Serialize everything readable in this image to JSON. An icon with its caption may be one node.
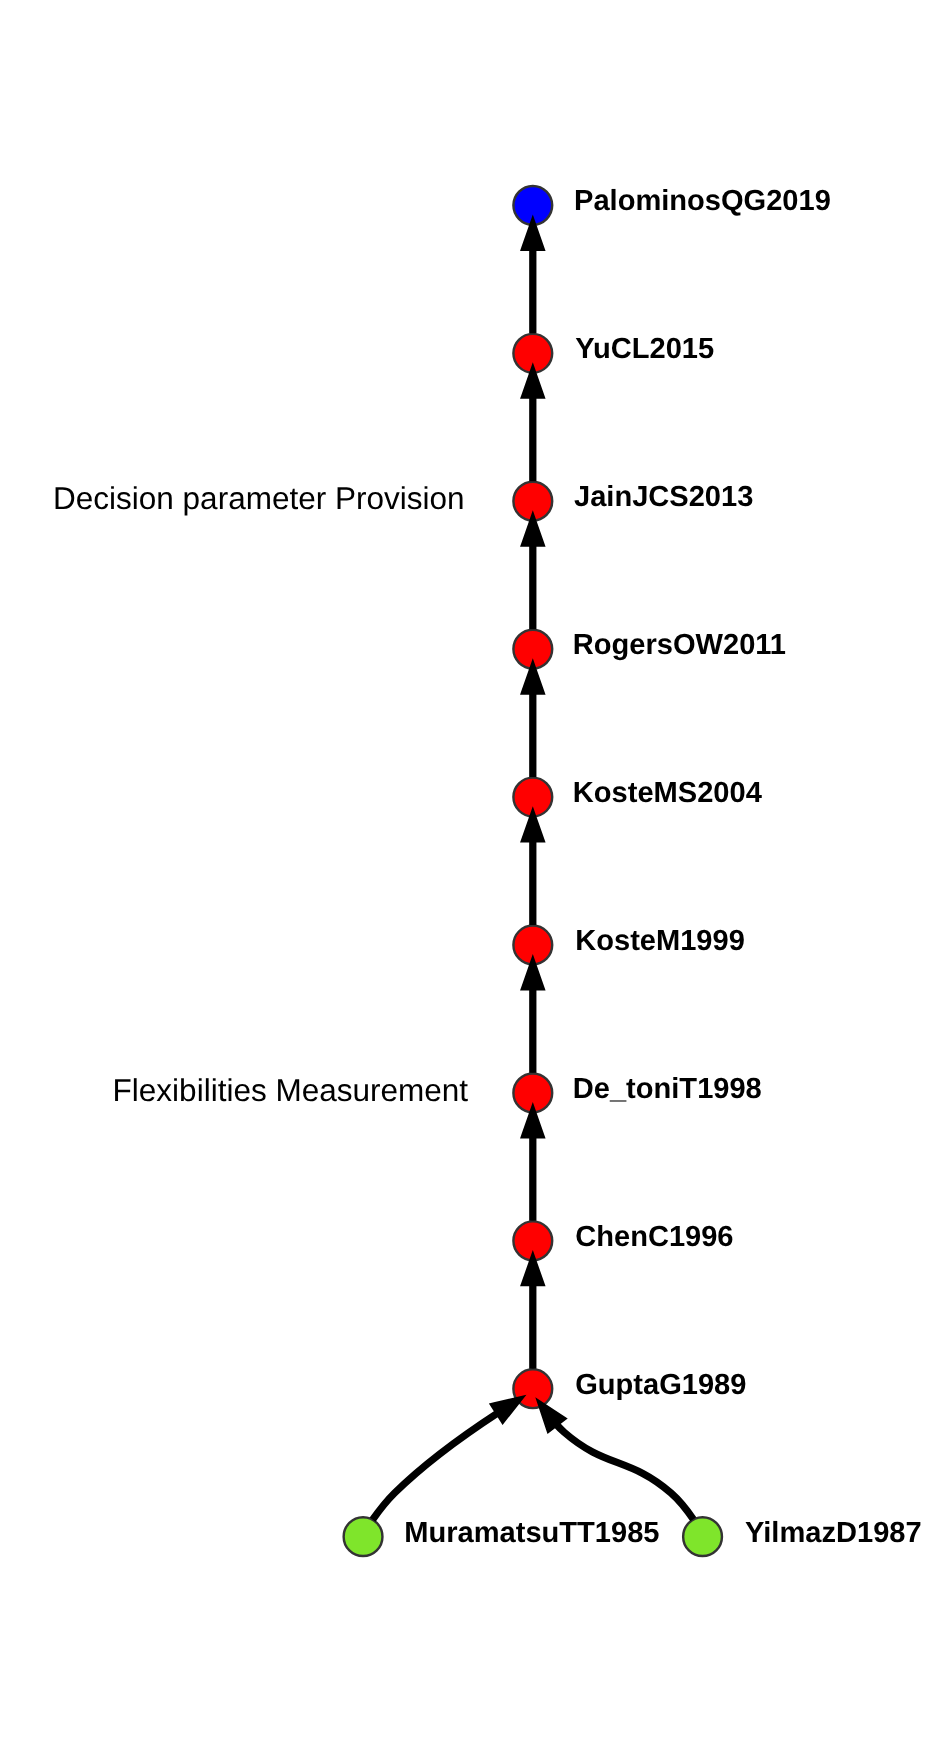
{
  "diagram": {
    "nodes": [
      {
        "text": [],
        "shape": "circle",
        "beside": [
          "PalominosQG2019"
        ]
      },
      {
        "text": [],
        "shape": "circle",
        "beside": [
          "YuCL2015"
        ]
      },
      {
        "text": [],
        "shape": "circle",
        "beside": [
          "JainJCS2013"
        ]
      },
      {
        "text": [],
        "shape": "circle",
        "beside": [
          "RogersOW2011"
        ]
      },
      {
        "text": [],
        "shape": "circle",
        "beside": [
          "KosteMS2004"
        ]
      },
      {
        "text": [],
        "shape": "circle",
        "beside": [
          "KosteM1999"
        ]
      },
      {
        "text": [],
        "shape": "circle",
        "beside": [
          "De_toniT1998"
        ]
      },
      {
        "text": [],
        "shape": "circle",
        "beside": [
          "ChenC1996"
        ]
      },
      {
        "text": [],
        "shape": "circle",
        "beside": [
          "GuptaG1989"
        ]
      },
      {
        "text": [],
        "shape": "circle",
        "beside": [
          "MuramatsuTT1985"
        ]
      },
      {
        "text": [],
        "shape": "circle",
        "beside": [
          "YilmazD1987"
        ]
      }
    ],
    "edges": [
      {
        "from": 1,
        "to": 0,
        "arrow": "to"
      },
      {
        "from": 2,
        "to": 1,
        "arrow": "to"
      },
      {
        "from": 3,
        "to": 2,
        "arrow": "to"
      },
      {
        "from": 4,
        "to": 3,
        "arrow": "to"
      },
      {
        "from": 5,
        "to": 4,
        "arrow": "to"
      },
      {
        "from": 6,
        "to": 5,
        "arrow": "to"
      },
      {
        "from": 7,
        "to": 6,
        "arrow": "to"
      },
      {
        "from": 8,
        "to": 7,
        "arrow": "to"
      },
      {
        "from": 9,
        "to": 8,
        "arrow": "to"
      },
      {
        "from": 10,
        "to": 8,
        "arrow": "to"
      }
    ],
    "labels": [
      "Decision parameter Provision",
      "Flexibilities Measurement"
    ]
  }
}
